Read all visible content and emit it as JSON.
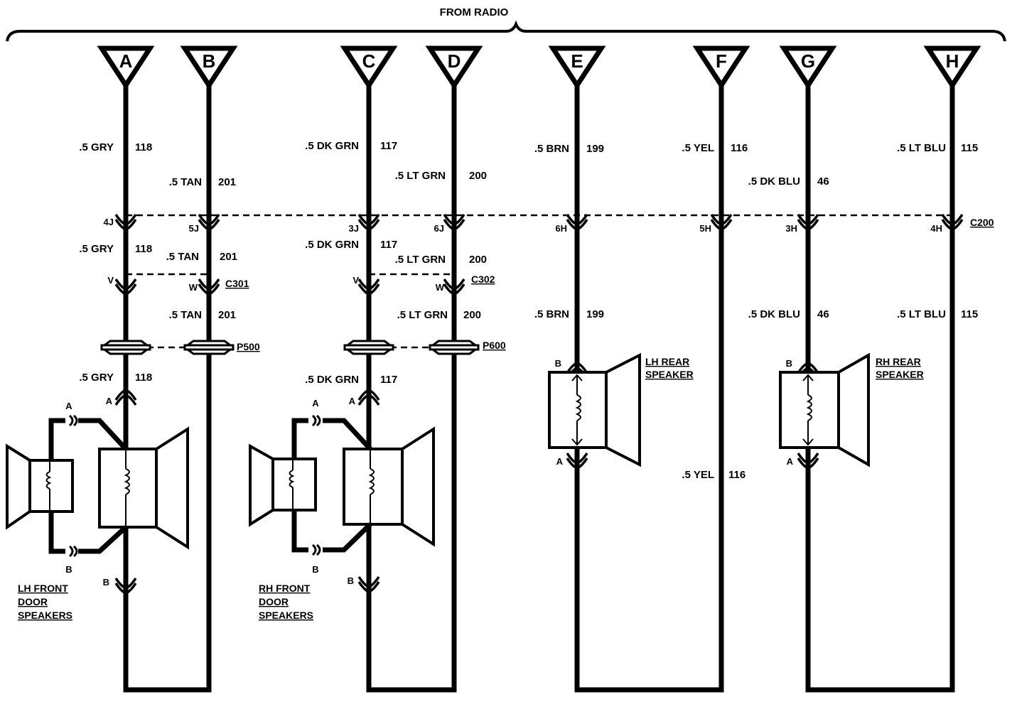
{
  "header": {
    "title": "FROM RADIO"
  },
  "terminals": [
    {
      "id": "A",
      "label": "A"
    },
    {
      "id": "B",
      "label": "B"
    },
    {
      "id": "C",
      "label": "C"
    },
    {
      "id": "D",
      "label": "D"
    },
    {
      "id": "E",
      "label": "E"
    },
    {
      "id": "F",
      "label": "F"
    },
    {
      "id": "G",
      "label": "G"
    },
    {
      "id": "H",
      "label": "H"
    }
  ],
  "wire_labels": {
    "a1": {
      "gauge": ".5 GRY",
      "circuit": "118"
    },
    "a2": {
      "gauge": ".5 GRY",
      "circuit": "118"
    },
    "a3": {
      "gauge": ".5 GRY",
      "circuit": "118"
    },
    "b1": {
      "gauge": ".5 TAN",
      "circuit": "201"
    },
    "b2": {
      "gauge": ".5 TAN",
      "circuit": "201"
    },
    "b3": {
      "gauge": ".5 TAN",
      "circuit": "201"
    },
    "c1": {
      "gauge": ".5 DK GRN",
      "circuit": "117"
    },
    "c2": {
      "gauge": ".5 DK GRN",
      "circuit": "117"
    },
    "c3": {
      "gauge": ".5 DK GRN",
      "circuit": "117"
    },
    "d1": {
      "gauge": ".5 LT GRN",
      "circuit": "200"
    },
    "d2": {
      "gauge": ".5 LT GRN",
      "circuit": "200"
    },
    "d3": {
      "gauge": ".5 LT GRN",
      "circuit": "200"
    },
    "e1": {
      "gauge": ".5 BRN",
      "circuit": "199"
    },
    "e2": {
      "gauge": ".5 BRN",
      "circuit": "199"
    },
    "f1": {
      "gauge": ".5 YEL",
      "circuit": "116"
    },
    "f2": {
      "gauge": ".5 YEL",
      "circuit": "116"
    },
    "g1": {
      "gauge": ".5 DK BLU",
      "circuit": "46"
    },
    "g2": {
      "gauge": ".5 DK BLU",
      "circuit": "46"
    },
    "h1": {
      "gauge": ".5 LT BLU",
      "circuit": "115"
    },
    "h2": {
      "gauge": ".5 LT BLU",
      "circuit": "115"
    }
  },
  "connectors": {
    "c200": {
      "label": "C200",
      "pins": {
        "a": "4J",
        "b": "5J",
        "c": "3J",
        "d": "6J",
        "e": "6H",
        "f": "5H",
        "g": "3H",
        "h": "4H"
      }
    },
    "c301": {
      "label": "C301",
      "pins": {
        "a": "V",
        "b": "W"
      }
    },
    "c302": {
      "label": "C302",
      "pins": {
        "c": "V",
        "d": "W"
      }
    },
    "p500": {
      "label": "P500"
    },
    "p600": {
      "label": "P600"
    }
  },
  "speakers": {
    "lh_front": {
      "line1": "LH FRONT",
      "line2": "DOOR",
      "line3": "SPEAKERS",
      "pin_a": "A",
      "pin_b": "B",
      "tw_a": "A",
      "tw_b": "B"
    },
    "rh_front": {
      "line1": "RH FRONT",
      "line2": "DOOR",
      "line3": "SPEAKERS",
      "pin_a": "A",
      "pin_b": "B",
      "tw_a": "A",
      "tw_b": "B"
    },
    "lh_rear": {
      "line1": "LH REAR",
      "line2": "SPEAKER",
      "pin_b": "B",
      "pin_a": "A"
    },
    "rh_rear": {
      "line1": "RH REAR",
      "line2": "SPEAKER",
      "pin_b": "B",
      "pin_a": "A"
    }
  }
}
